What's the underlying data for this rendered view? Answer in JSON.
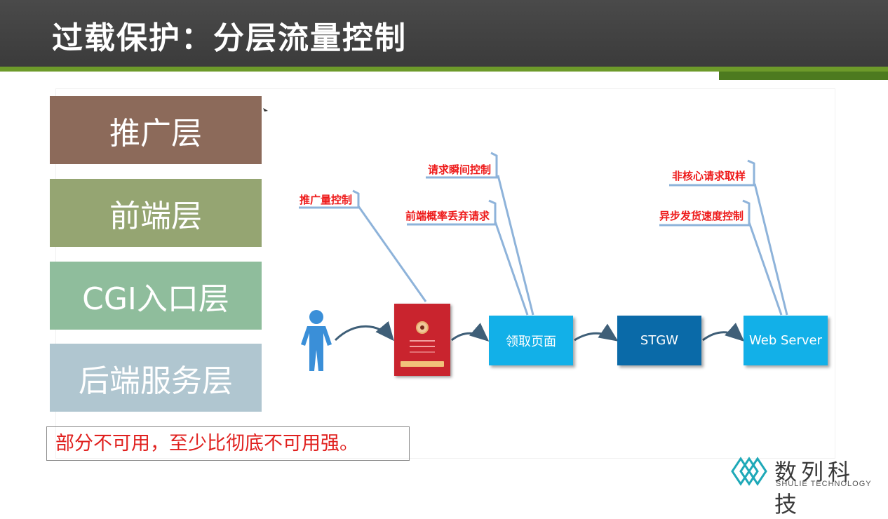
{
  "header": {
    "title": "过载保护：分层流量控制"
  },
  "layers": [
    {
      "label": "推广层",
      "color": "#8c6a5a"
    },
    {
      "label": "前端层",
      "color": "#95a572"
    },
    {
      "label": "CGI入口层",
      "color": "#8fbd9c"
    },
    {
      "label": "后端服务层",
      "color": "#b0c6d0"
    }
  ],
  "note": "部分不可用，至少比彻底不可用强。",
  "diagram": {
    "tags": {
      "promo": "推广量控制",
      "instant": "请求瞬间控制",
      "drop": "前端概率丢弃请求",
      "sample": "非核心请求取样",
      "async": "异步发货速度控制"
    },
    "nodes": {
      "page": "领取页面",
      "stgw": "STGW",
      "server": "Web Server"
    },
    "colors": {
      "light_box": "#12b0e8",
      "dark_box": "#0a6aa8",
      "person": "#3a8fd8",
      "arrow": "#3f5f78",
      "callout": "#8eb3da"
    }
  },
  "logo": {
    "name": "数列科技",
    "subtitle": "SHULIE TECHNOLOGY",
    "color": "#1fa9b8"
  }
}
